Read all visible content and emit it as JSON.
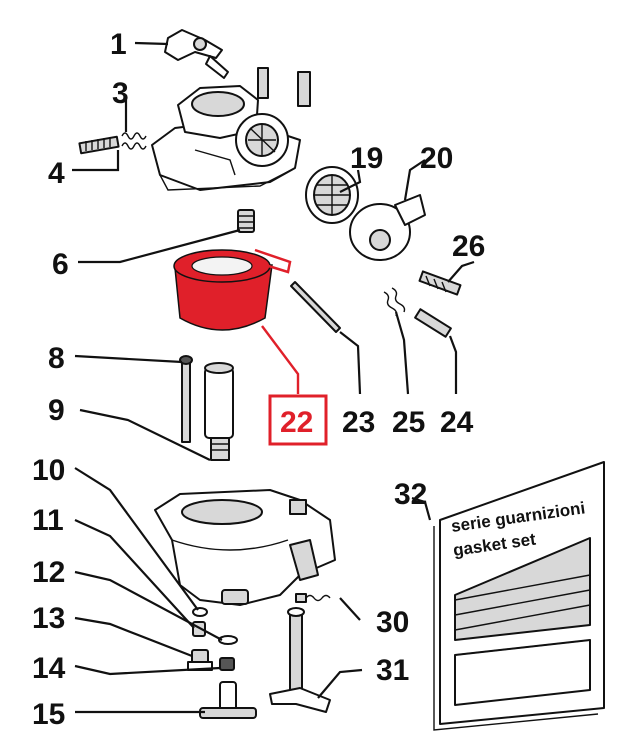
{
  "callouts": {
    "c1": "1",
    "c3": "3",
    "c4": "4",
    "c6": "6",
    "c8": "8",
    "c9": "9",
    "c10": "10",
    "c11": "11",
    "c12": "12",
    "c13": "13",
    "c14": "14",
    "c15": "15",
    "c19": "19",
    "c20": "20",
    "c22": "22",
    "c23": "23",
    "c24": "24",
    "c25": "25",
    "c26": "26",
    "c30": "30",
    "c31": "31",
    "c32": "32"
  },
  "kit": {
    "line1": "serie guarnizioni",
    "line2": "gasket set"
  },
  "colors": {
    "highlight": "#e0202a",
    "ink": "#111111"
  }
}
